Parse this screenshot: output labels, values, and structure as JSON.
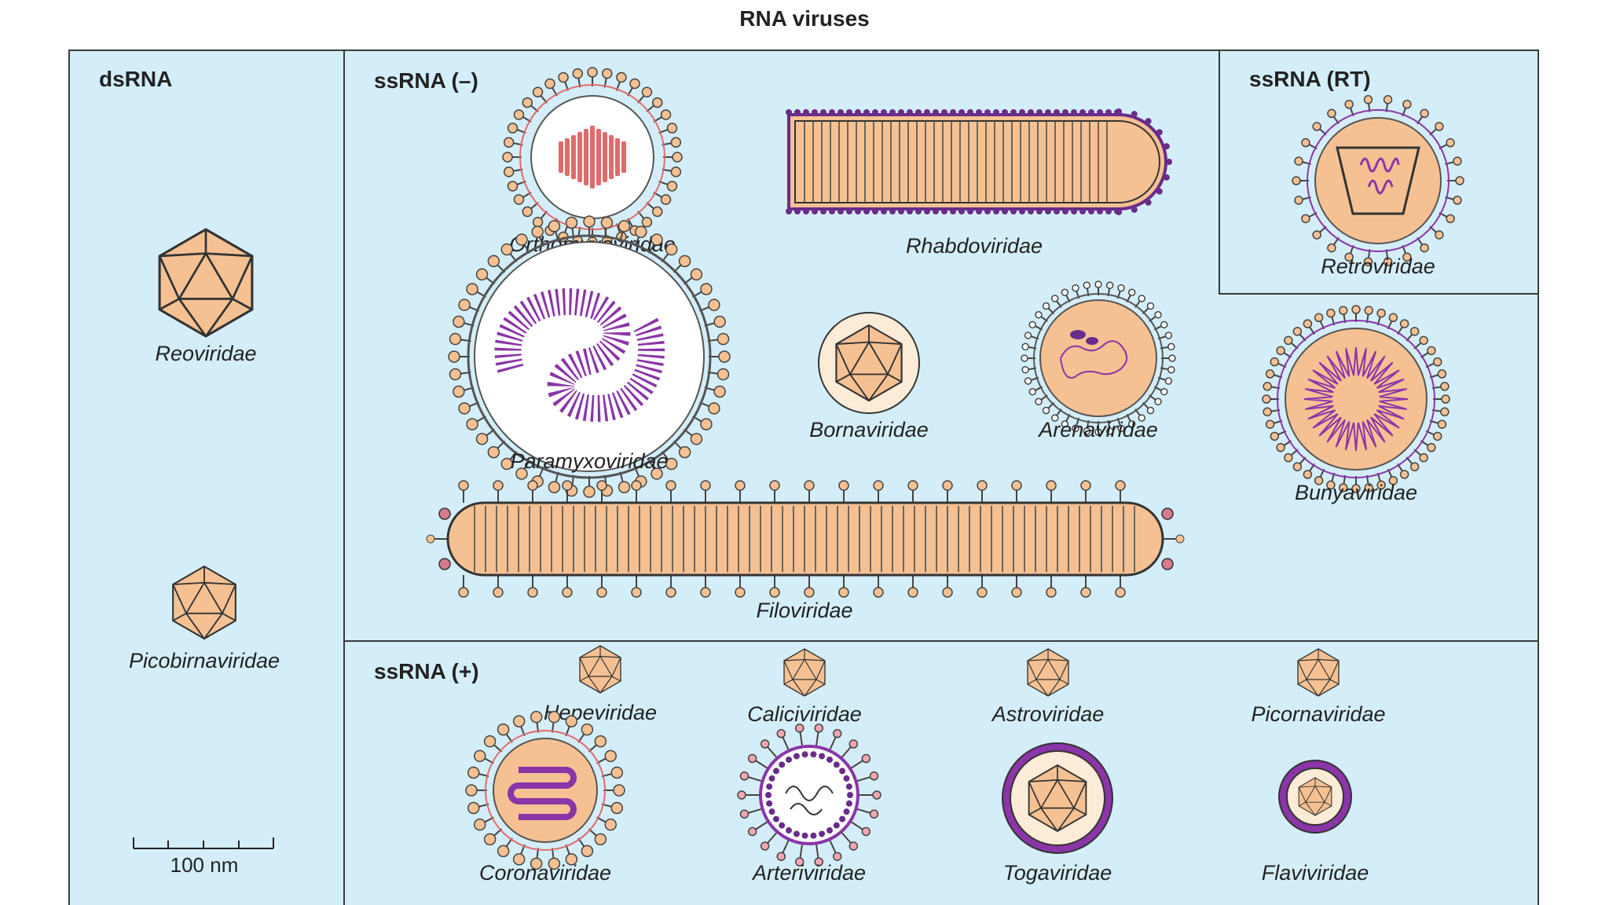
{
  "title": "RNA viruses",
  "colors": {
    "panel_bg": "#d4eef9",
    "border": "#3a3a3a",
    "capsid": "#f5c193",
    "envelope": "#ffffff",
    "nucleic_red": "#e06b6b",
    "nucleic_purple": "#8a35a8",
    "spike_fill": "#f5c193"
  },
  "sections": {
    "dsrna": "dsRNA",
    "ss_neg": "ssRNA (–)",
    "ss_rt": "ssRNA (RT)",
    "ss_pos": "ssRNA (+)"
  },
  "viruses": {
    "reoviridae": "Reoviridae",
    "picobirnaviridae": "Picobirnaviridae",
    "orthomyxoviridae": "Orthomyxoviridae",
    "rhabdoviridae": "Rhabdoviridae",
    "retroviridae": "Retroviridae",
    "paramyxoviridae": "Paramyxoviridae",
    "bornaviridae": "Bornaviridae",
    "arenaviridae": "Arenaviridae",
    "bunyaviridae": "Bunyaviridae",
    "filoviridae": "Filoviridae",
    "hepeviridae": "Hepeviridae",
    "caliciviridae": "Caliciviridae",
    "astroviridae": "Astroviridae",
    "picornaviridae": "Picornaviridae",
    "coronaviridae": "Coronaviridae",
    "arteriviridae": "Arteriviridae",
    "togaviridae": "Togaviridae",
    "flaviviridae": "Flaviviridae"
  },
  "scale_bar": {
    "label": "100 nm"
  }
}
